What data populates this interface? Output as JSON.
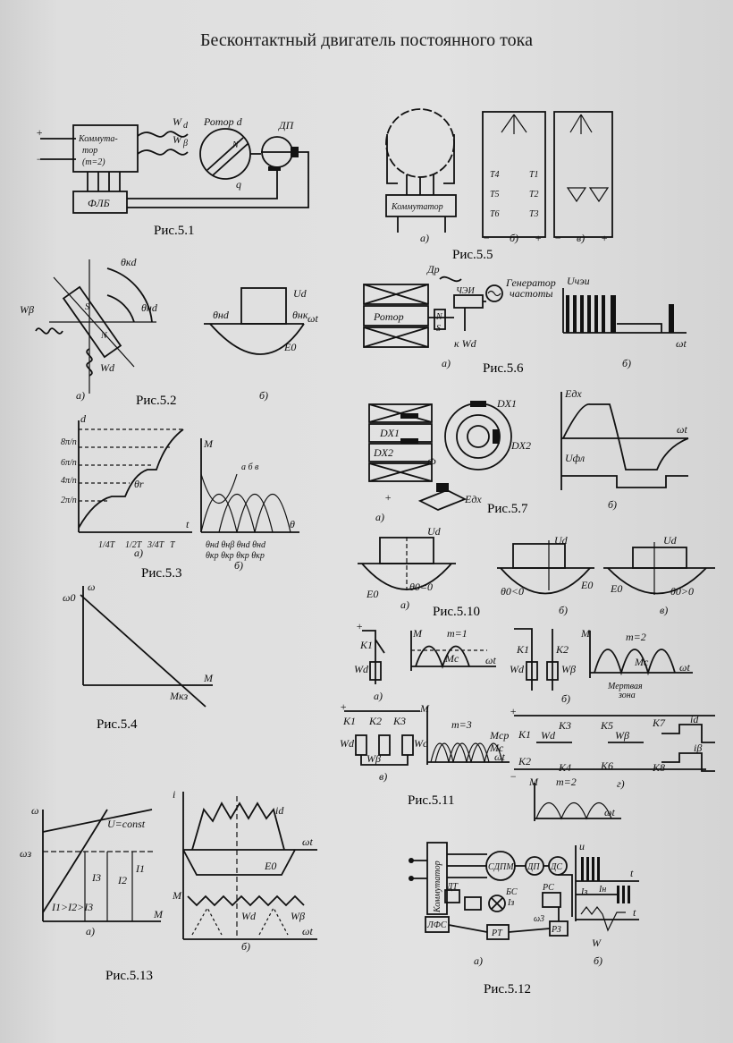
{
  "title": "Бесконтактный двигатель постоянного тока",
  "captions": {
    "f5_1": "Рис.5.1",
    "f5_2": "Рис.5.2",
    "f5_3": "Рис.5.3",
    "f5_4": "Рис.5.4",
    "f5_5": "Рис.5.5",
    "f5_6": "Рис.5.6",
    "f5_7": "Рис.5.7",
    "f5_10": "Рис.5.10",
    "f5_11": "Рис.5.11",
    "f5_12": "Рис.5.12",
    "f5_13": "Рис.5.13"
  },
  "labels": {
    "commutator": "Коммутатор (m=2)",
    "flb": "ФЛБ",
    "rotor": "Ротор",
    "dp": "ДП",
    "wd": "Wd",
    "wb": "Wβ",
    "komm": "Коммутатор",
    "generator": "Генератор частоты",
    "chei": "ЧЭИ",
    "dx1": "DX1",
    "dx2": "DX2",
    "egx": "Eдх",
    "uchei": "Uчэи",
    "ufl": "Uфл",
    "wt": "ωt",
    "u_const": "U=const",
    "mrn": "Мкз",
    "omega": "ω",
    "omega0": "ω0",
    "m": "M",
    "dead_zone": "Мертвая зона",
    "lfs": "ЛФС",
    "sdpm": "СДПМ",
    "rt": "РТ",
    "rs": "РС",
    "ds": "ДС",
    "m1": "m=1",
    "m2": "m=2",
    "m3": "m=3",
    "theta0_eq": "θ0=0",
    "theta0_lt": "θ0<0",
    "theta0_gt": "θ0>0",
    "currents": "I1>I2>I3"
  }
}
